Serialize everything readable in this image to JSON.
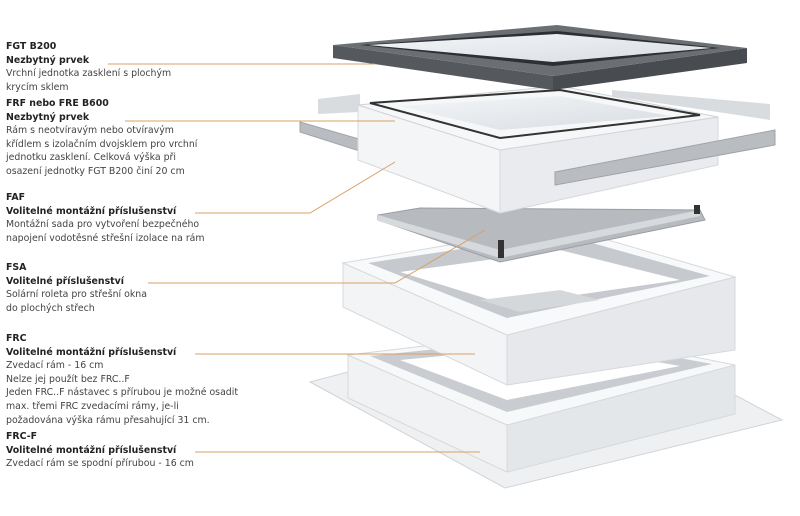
{
  "accent_color": "#d9a066",
  "items": [
    {
      "code": "FGT B200",
      "type": "Nezbytný prvek",
      "desc": [
        "Vrchní jednotka zasklení s plochým",
        "krycím sklem"
      ]
    },
    {
      "code": "FRF nebo FRE B600",
      "type": "Nezbytný prvek",
      "desc": [
        "Rám s neotvíravým nebo otvíravým",
        "křídlem s izolačním dvojsklem pro vrchní",
        "jednotku zasklení. Celková výška při",
        "osazení jednotky FGT B200 činí 20 cm"
      ]
    },
    {
      "code": "FAF",
      "type": "Volitelné montážní příslušenství",
      "desc": [
        "Montážní sada pro vytvoření bezpečného",
        "napojení vodotěsné střešní izolace na rám"
      ]
    },
    {
      "code": "FSA",
      "type": "Volitelné příslušenství",
      "desc": [
        "Solární roleta pro střešní okna",
        "do plochých střech"
      ]
    },
    {
      "code": "FRC",
      "type": "Volitelné montážní příslušenství",
      "desc": [
        "Zvedací rám - 16 cm",
        "Nelze jej použít bez FRC..F",
        "Jeden FRC..F nástavec s přírubou je možné osadit",
        "max. třemi FRC zvedacími rámy, je-li",
        "požadována výška rámu přesahující 31 cm."
      ]
    },
    {
      "code": "FRC-F",
      "type": "Volitelné montážní příslušenství",
      "desc": [
        "Zvedací rám se spodní přírubou - 16 cm"
      ]
    }
  ]
}
